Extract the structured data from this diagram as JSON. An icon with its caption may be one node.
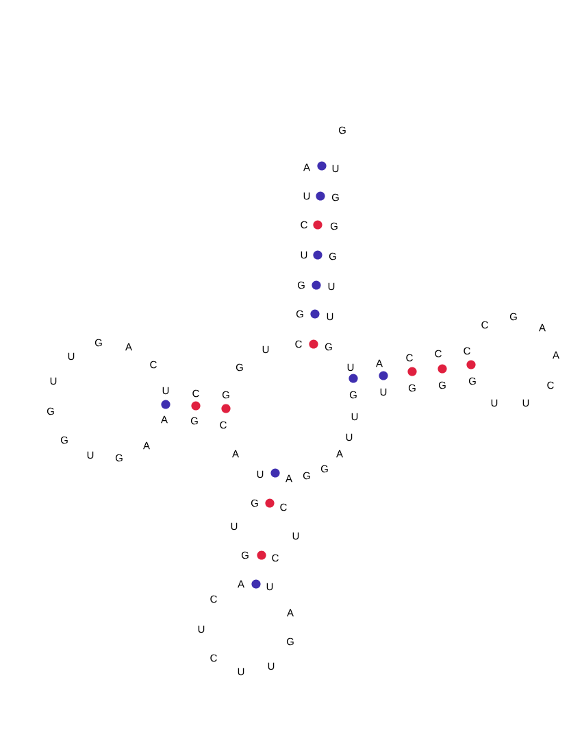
{
  "diagram": {
    "labels": [
      "G",
      "A",
      "U",
      "U",
      "G",
      "C",
      "G",
      "U",
      "G",
      "G",
      "U",
      "G",
      "U",
      "G",
      "C",
      "A",
      "G",
      "A",
      "U",
      "C",
      "G",
      "C",
      "U",
      "C",
      "C",
      "A",
      "C",
      "A",
      "G",
      "U",
      "U",
      "G",
      "G",
      "G",
      "C",
      "U",
      "C",
      "G",
      "G",
      "U",
      "U",
      "U",
      "G",
      "A",
      "G",
      "C",
      "U",
      "G",
      "U",
      "A",
      "U",
      "G",
      "A",
      "A",
      "G",
      "U",
      "A",
      "G",
      "G",
      "C",
      "U",
      "U",
      "G",
      "C",
      "A",
      "U",
      "C",
      "A",
      "U",
      "G",
      "C",
      "U",
      "U"
    ]
  }
}
